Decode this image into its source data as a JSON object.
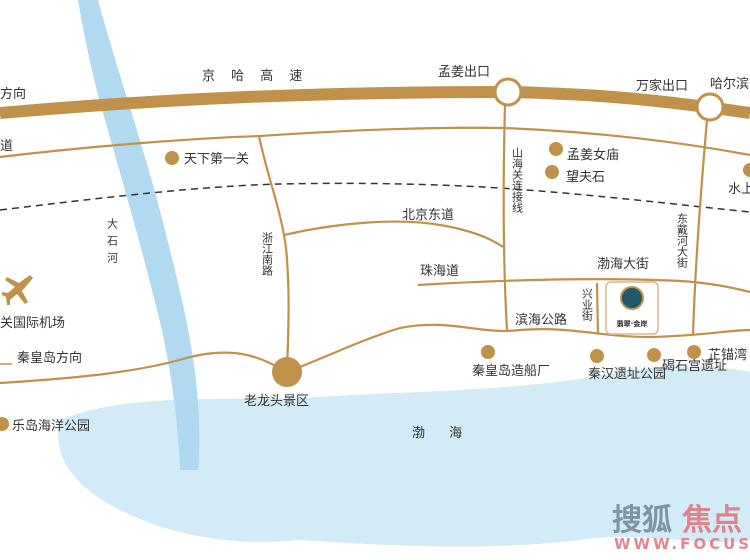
{
  "colors": {
    "road": "#c0914a",
    "water": "#9fd0ea",
    "sea": "#cfe7f5",
    "rail": "#333333",
    "watermark_gray": "#6f8793",
    "watermark_red": "#e0707a"
  },
  "roads": {
    "expressway": "京 哈 高 速",
    "expressway_left_direction": "方向",
    "road_left_label": "道",
    "zhejiang_south_rd": "浙江南路",
    "beijing_east_rd": "北京东道",
    "shanhaiguan_link": "山海关连接线",
    "dongdaihe_ave": "东戴河大街",
    "zhuhai_rd": "珠海道",
    "bohai_ave": "渤海大街",
    "xingye_st": "兴业街",
    "binhai_hwy": "滨海公路",
    "qhd_direction": "秦皇岛方向"
  },
  "exits": {
    "mengjiang": "孟姜出口",
    "wanjia": "万家出口",
    "harbin": "哈尔滨"
  },
  "water": {
    "river": "大石河",
    "sea": "渤 海"
  },
  "pois": {
    "tianxia": "天下第一关",
    "mengjiangnv": "孟姜女庙",
    "wangfushi": "望夫石",
    "shuishang": "水上",
    "airport": "关国际机场",
    "laolongtou": "老龙头景区",
    "shipyard": "秦皇岛造船厂",
    "qinhan": "秦汉遗址公园",
    "jieshi": "碣石宫遗址",
    "zhimao": "芷锚湾",
    "ledao": "乐岛海洋公园"
  },
  "project_logo": "翡翠·金岸",
  "watermark": {
    "cn_gray": "搜狐",
    "cn_red": "焦点",
    "url": "WWW.FOCUS.C"
  }
}
